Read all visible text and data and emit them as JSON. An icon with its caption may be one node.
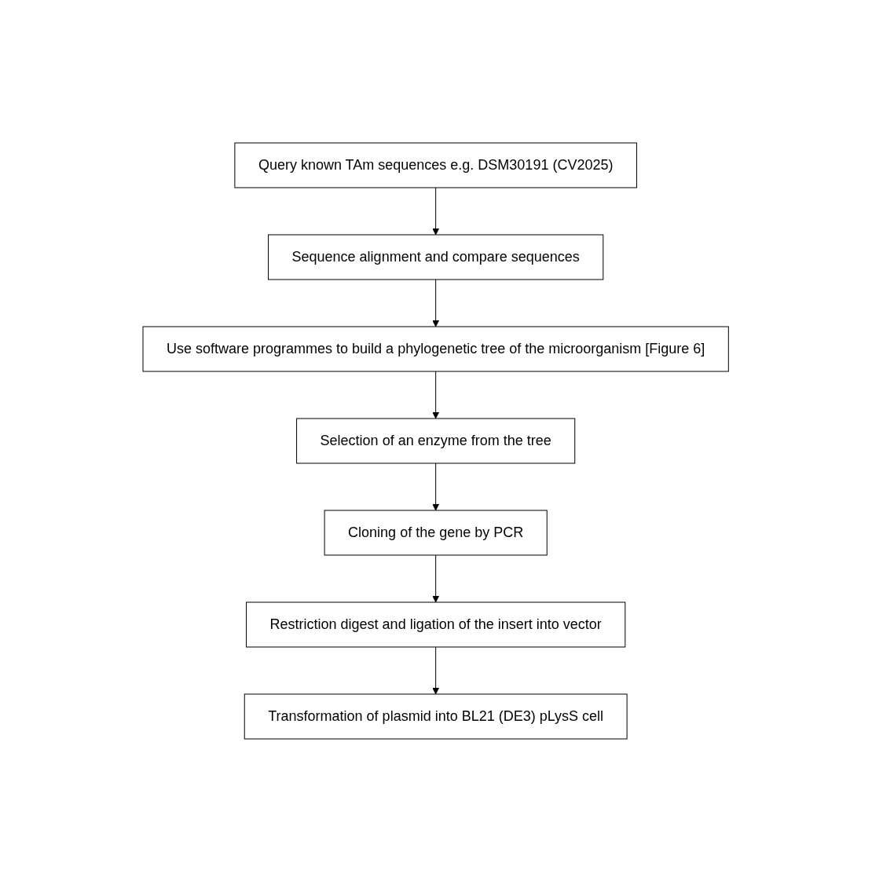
{
  "diagram": {
    "nodes": [
      {
        "text": [
          "Query known TAm sequences e.g. DSM30191 (CV2025)"
        ]
      },
      {
        "text": [
          "Sequence alignment and compare sequences"
        ]
      },
      {
        "text": [
          "Use software programmes to build a phylogenetic tree of the microorganism [Figure 6]"
        ]
      },
      {
        "text": [
          "Selection of an enzyme from the tree"
        ]
      },
      {
        "text": [
          "Cloning of the gene by PCR"
        ]
      },
      {
        "text": [
          "Restriction digest and ligation of the insert into vector"
        ]
      },
      {
        "text": [
          "Transformation of plasmid into BL21 (DE3) pLysS cell"
        ]
      }
    ],
    "edges": [
      {
        "from": 0,
        "to": 1,
        "arrow": "to"
      },
      {
        "from": 1,
        "to": 2,
        "arrow": "to"
      },
      {
        "from": 2,
        "to": 3,
        "arrow": "to"
      },
      {
        "from": 3,
        "to": 4,
        "arrow": "to"
      },
      {
        "from": 4,
        "to": 5,
        "arrow": "to"
      },
      {
        "from": 5,
        "to": 6,
        "arrow": "to"
      }
    ]
  }
}
